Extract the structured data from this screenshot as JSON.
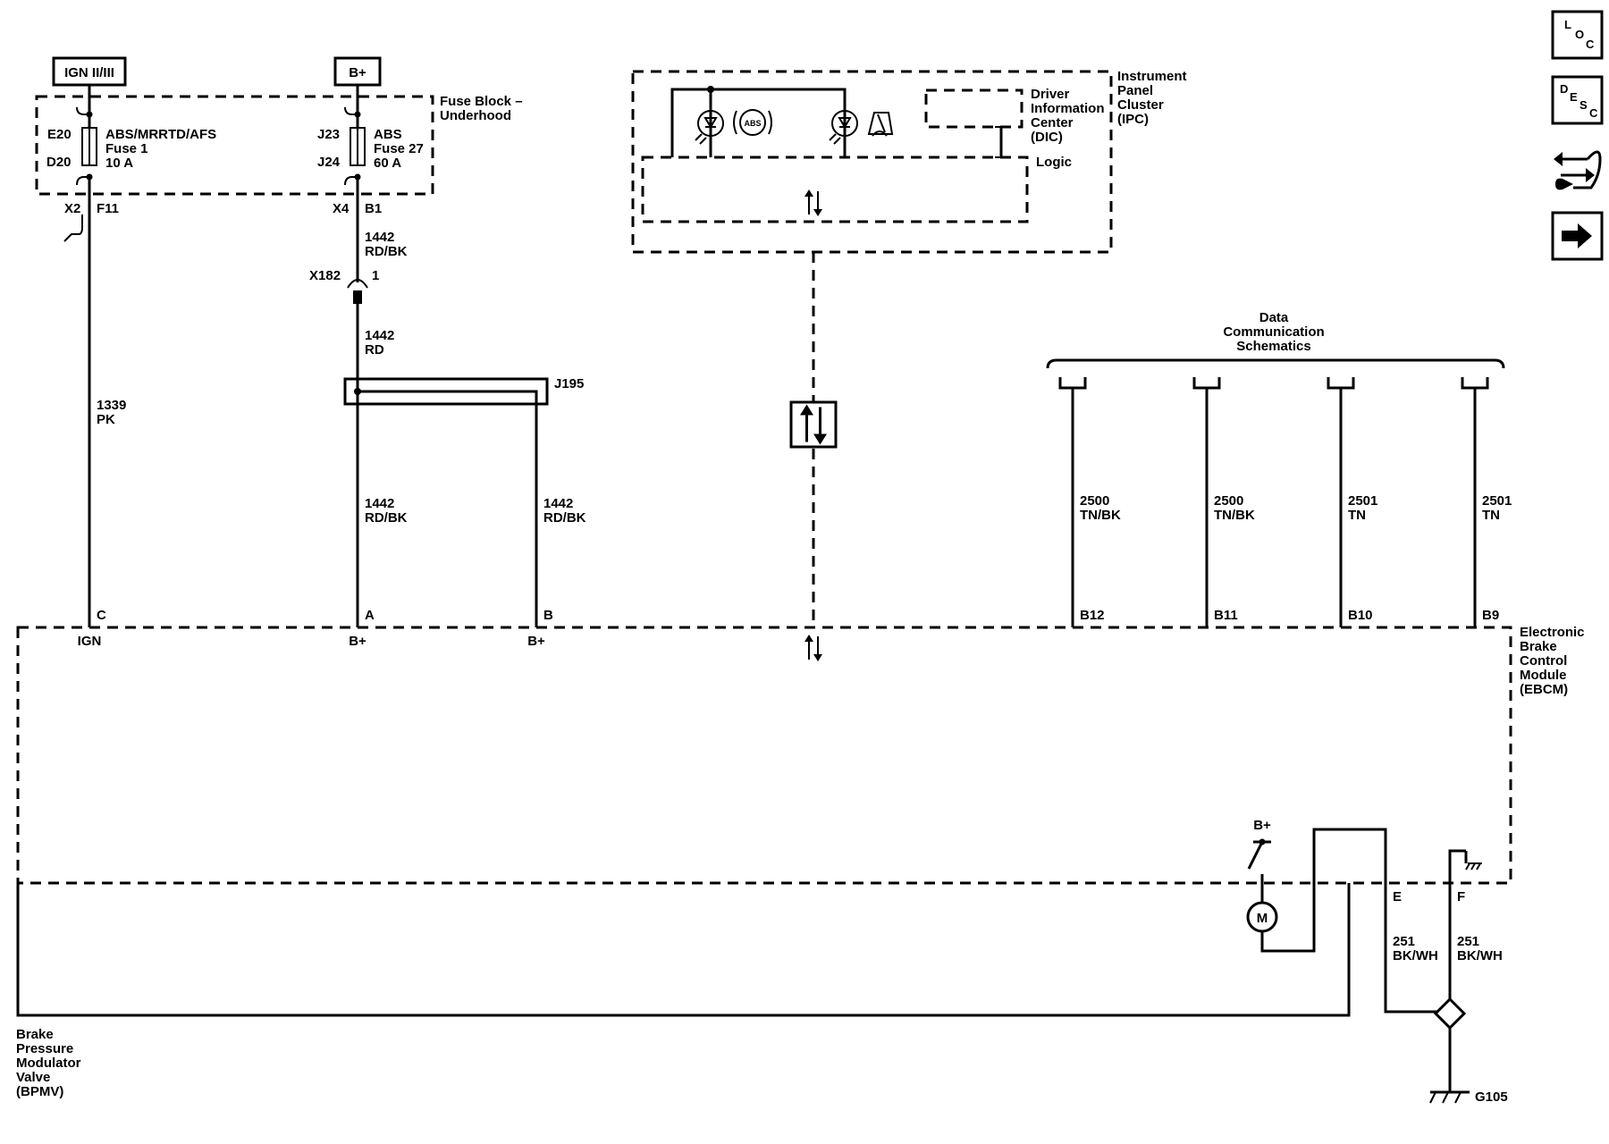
{
  "power": {
    "ign": "IGN II/III",
    "batt": "B+"
  },
  "fuse_block": {
    "title": [
      "Fuse Block –",
      "Underhood"
    ],
    "fuse1": {
      "top_pin": "E20",
      "bottom_pin": "D20",
      "lines": [
        "ABS/MRRTD/AFS",
        "Fuse 1",
        "10 A"
      ]
    },
    "fuse27": {
      "top_pin": "J23",
      "bottom_pin": "J24",
      "lines": [
        "ABS",
        "Fuse 27",
        "60 A"
      ]
    }
  },
  "wires": {
    "w1339": {
      "conn": "X2",
      "pin": "F11",
      "num": "1339",
      "color": "PK"
    },
    "w1442a": {
      "conn": "X4",
      "pin": "B1",
      "num": "1442",
      "color": "RD/BK"
    },
    "x182": {
      "conn": "X182",
      "pin": "1"
    },
    "w1442b": {
      "num": "1442",
      "color": "RD"
    },
    "splice": "J195",
    "w1442c": {
      "num": "1442",
      "color": "RD/BK"
    },
    "w1442d": {
      "num": "1442",
      "color": "RD/BK"
    },
    "data": [
      {
        "num": "2500",
        "color": "TN/BK",
        "pin": "B12"
      },
      {
        "num": "2500",
        "color": "TN/BK",
        "pin": "B11"
      },
      {
        "num": "2501",
        "color": "TN",
        "pin": "B10"
      },
      {
        "num": "2501",
        "color": "TN",
        "pin": "B9"
      }
    ],
    "gnd_e": {
      "pin": "E",
      "num": "251",
      "color": "BK/WH"
    },
    "gnd_f": {
      "pin": "F",
      "num": "251",
      "color": "BK/WH"
    }
  },
  "ebcm": {
    "pins": {
      "c": "C",
      "a": "A",
      "b": "B"
    },
    "terms": {
      "ign": "IGN",
      "b1": "B+",
      "b2": "B+"
    },
    "name": [
      "Electronic",
      "Brake",
      "Control",
      "Module",
      "(EBCM)"
    ],
    "motor_supply": "B+",
    "motor": "M"
  },
  "ipc": {
    "name": [
      "Instrument",
      "Panel",
      "Cluster",
      "(IPC)"
    ],
    "dic": [
      "Driver",
      "Information",
      "Center",
      "(DIC)"
    ],
    "logic": "Logic",
    "abs_lamp": "ABS"
  },
  "data_comm": [
    "Data",
    "Communication",
    "Schematics"
  ],
  "bpmv": [
    "Brake",
    "Pressure",
    "Modulator",
    "Valve",
    "(BPMV)"
  ],
  "ground": "G105",
  "nav": {
    "loc": [
      "L",
      "O",
      "C"
    ],
    "desc": [
      "D",
      "E",
      "S",
      "C"
    ]
  }
}
